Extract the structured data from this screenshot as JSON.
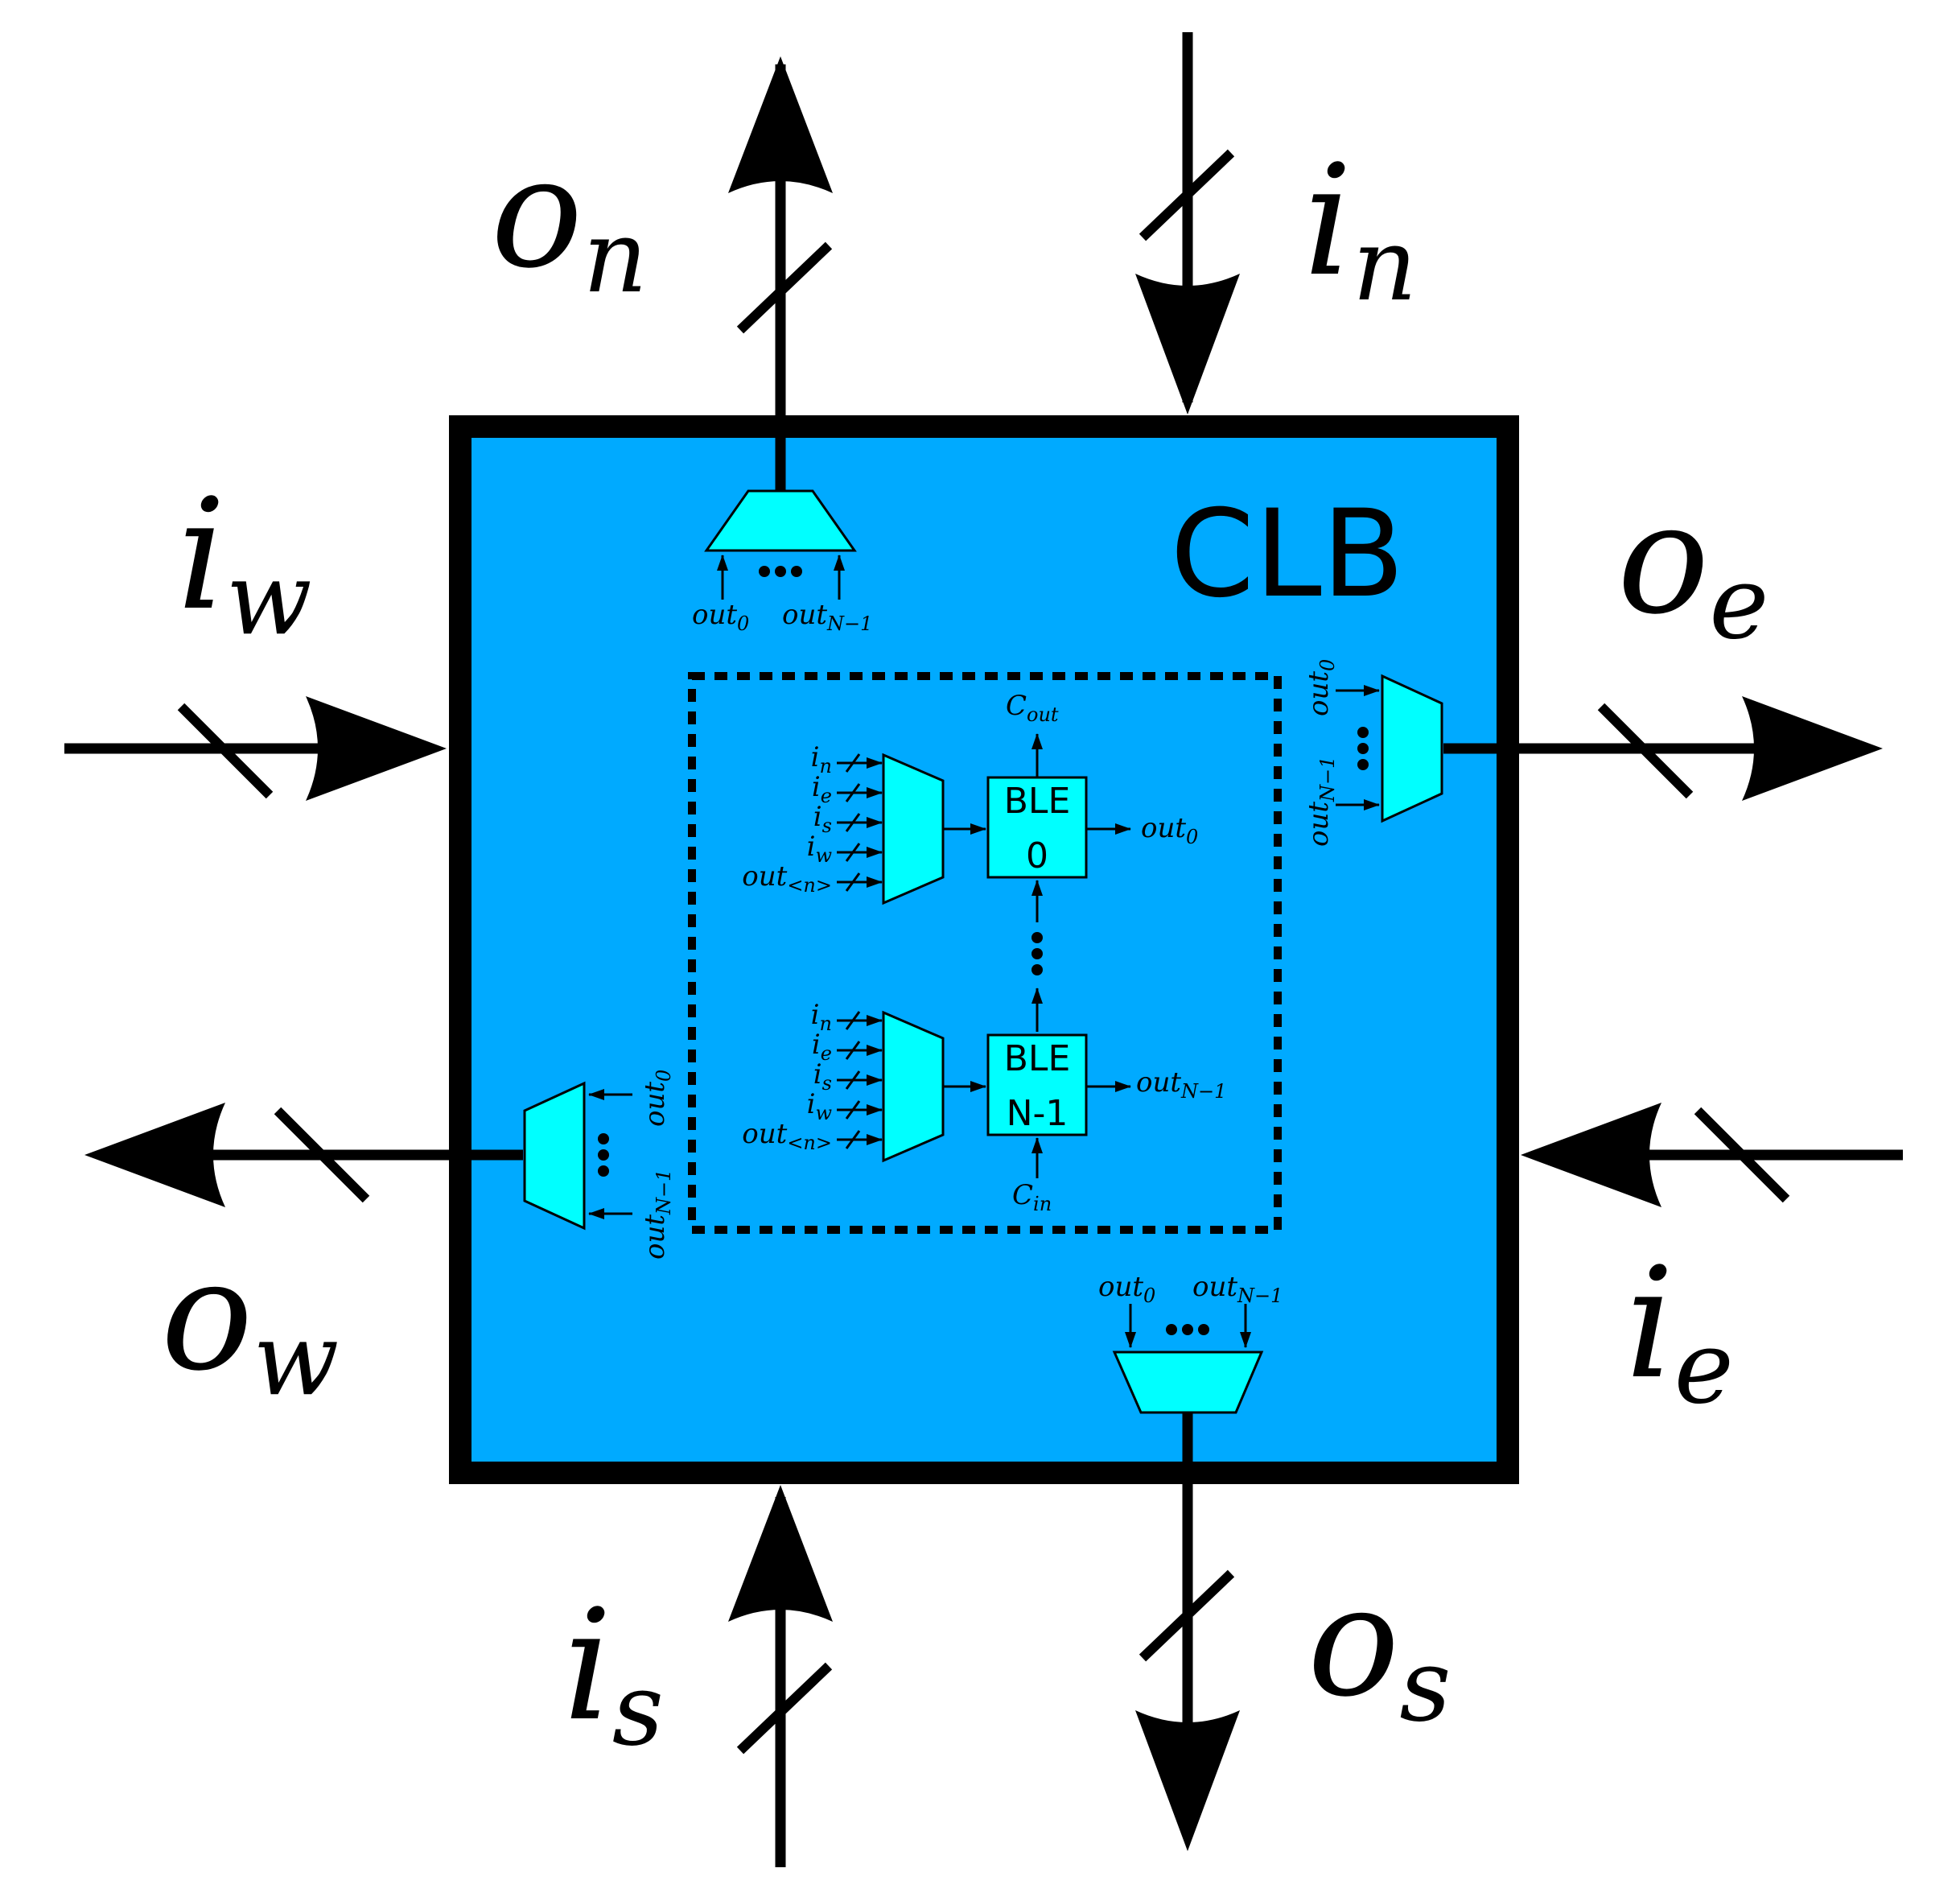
{
  "colors": {
    "clb_fill": "#00aaff",
    "mux_fill": "#00ffff",
    "ble_fill": "#00ffff",
    "stroke": "#000000"
  },
  "clb": {
    "label": "CLB"
  },
  "ports": {
    "o_n": {
      "base": "o",
      "sub": "n"
    },
    "i_n": {
      "base": "i",
      "sub": "n"
    },
    "i_w": {
      "base": "i",
      "sub": "w"
    },
    "o_e": {
      "base": "o",
      "sub": "e"
    },
    "o_w": {
      "base": "o",
      "sub": "w"
    },
    "i_e": {
      "base": "i",
      "sub": "e"
    },
    "i_s": {
      "base": "i",
      "sub": "s"
    },
    "o_s": {
      "base": "o",
      "sub": "s"
    }
  },
  "output_muxes": {
    "first": {
      "base": "out",
      "sub": "0"
    },
    "last": {
      "base": "out",
      "sub": "N−1"
    }
  },
  "ble0": {
    "line1": "BLE",
    "line2": "0",
    "out": {
      "base": "out",
      "sub": "0"
    },
    "carry": {
      "base": "C",
      "sub": "out"
    }
  },
  "bleN": {
    "line1": "BLE",
    "line2": "N-1",
    "out": {
      "base": "out",
      "sub": "N−1"
    },
    "carry": {
      "base": "C",
      "sub": "in"
    }
  },
  "input_mux_labels": [
    {
      "base": "i",
      "sub": "n"
    },
    {
      "base": "i",
      "sub": "e"
    },
    {
      "base": "i",
      "sub": "s"
    },
    {
      "base": "i",
      "sub": "w"
    },
    {
      "base": "out",
      "sub": "<n>"
    }
  ]
}
